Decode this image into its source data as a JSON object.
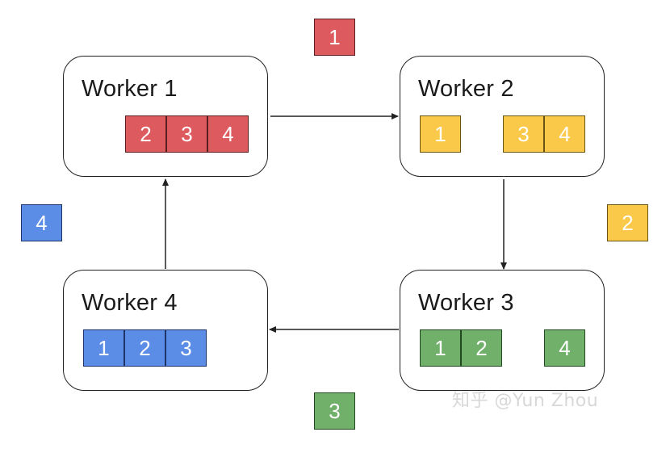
{
  "workers": [
    {
      "title": "Worker 1",
      "chunks": [
        "2",
        "3",
        "4"
      ]
    },
    {
      "title": "Worker 2",
      "chunks": [
        "1",
        "3",
        "4"
      ]
    },
    {
      "title": "Worker 3",
      "chunks": [
        "1",
        "2",
        "4"
      ]
    },
    {
      "title": "Worker 4",
      "chunks": [
        "1",
        "2",
        "3"
      ]
    }
  ],
  "transfers": [
    "1",
    "2",
    "3",
    "4"
  ],
  "colors": {
    "red": "#dd5a5e",
    "yellow": "#fbc949",
    "green": "#70b06a",
    "blue": "#5b8ce6"
  },
  "watermark": "知乎 @Yun Zhou"
}
